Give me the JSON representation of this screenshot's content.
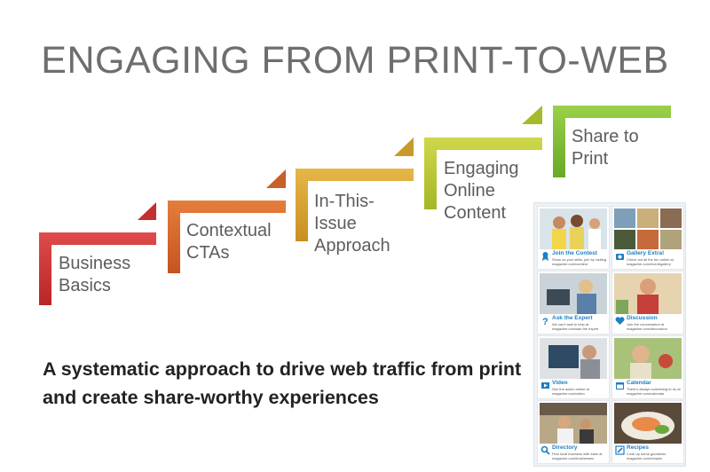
{
  "slide": {
    "title": "ENGAGING FROM PRINT-TO-WEB",
    "subtitle": "A systematic approach to drive web traffic from print and create share-worthy experiences"
  },
  "steps": [
    {
      "label": "Business\nBasics",
      "color": "#d63a3a"
    },
    {
      "label": "Contextual\nCTAs",
      "color": "#dd6a2c"
    },
    {
      "label": "In-This-\nIssue\nApproach",
      "color": "#dca434"
    },
    {
      "label": "Engaging\nOnline\nContent",
      "color": "#bfcd34"
    },
    {
      "label": "Share to\nPrint",
      "color": "#86c236"
    }
  ],
  "magazine_cards": [
    {
      "title": "Join the Contest",
      "desc": "Show us your skills, join by visiting magazine.com/contest",
      "icon": "ribbon-icon"
    },
    {
      "title": "Gallery Extra!",
      "desc": "Check out all the fun online at magazine.com/event/gallery",
      "icon": "camera-icon"
    },
    {
      "title": "Ask the Expert",
      "desc": "We can't wait to help at magazine.com/ask the expert",
      "icon": "question-icon"
    },
    {
      "title": "Discussion",
      "desc": "Join the conversation at magazine.com/discussion",
      "icon": "heart-icon"
    },
    {
      "title": "Video",
      "desc": "See the action online at magazine.com/video",
      "icon": "video-icon"
    },
    {
      "title": "Calendar",
      "desc": "There's always something to do at magazine.com/calendar",
      "icon": "calendar-icon"
    },
    {
      "title": "Directory",
      "desc": "Find local business with ease at magazine.com/businesses",
      "icon": "search-icon"
    },
    {
      "title": "Recipes",
      "desc": "Cook up some goodness magazine.com/recipes",
      "icon": "pencil-icon"
    }
  ]
}
